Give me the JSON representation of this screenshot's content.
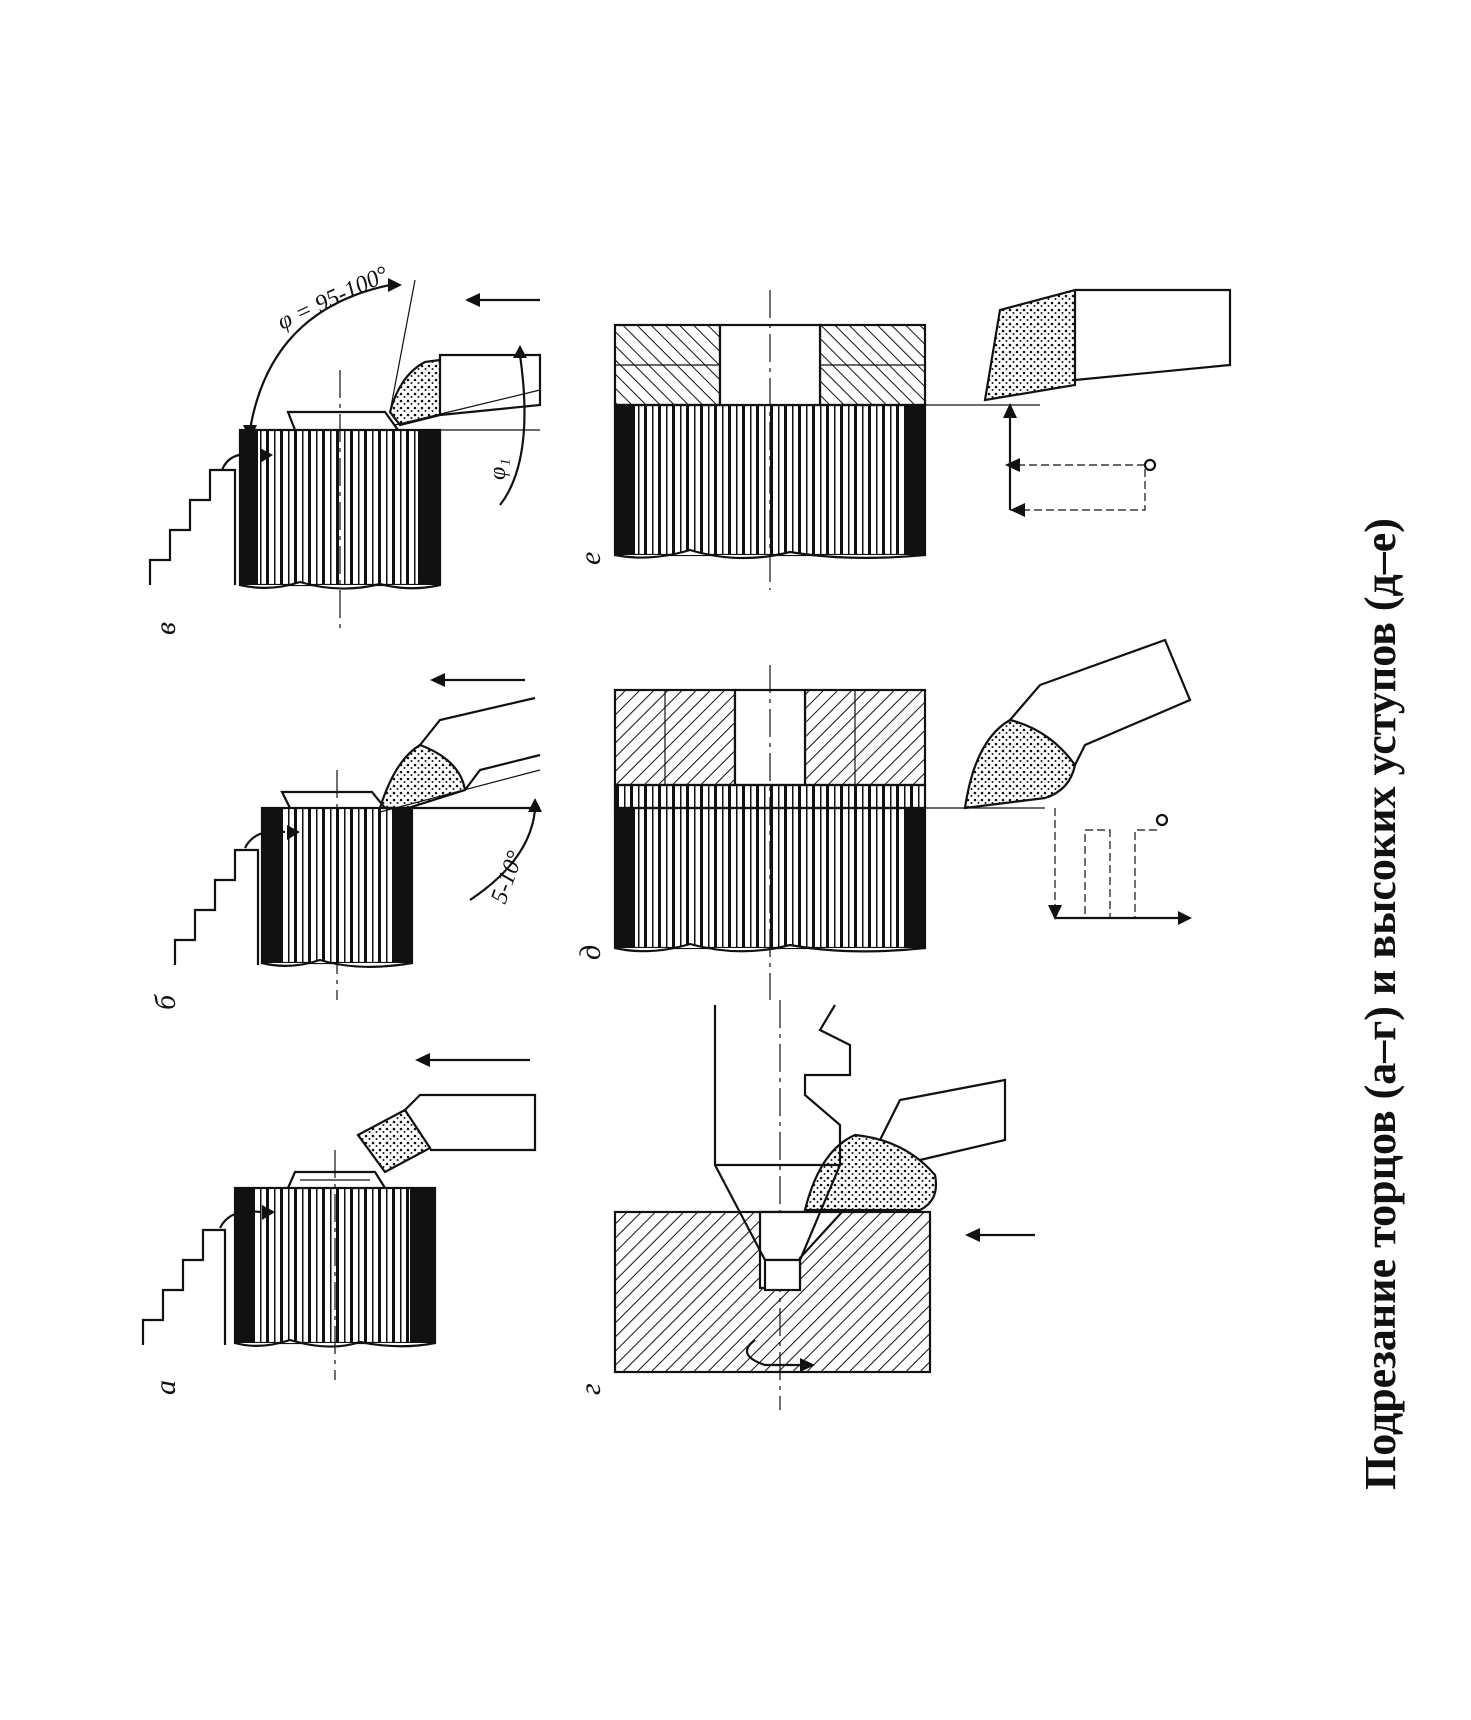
{
  "caption": "Подрезание торцов (а–г) и высоких уступов (д–е)",
  "panels": {
    "a": {
      "label": "а"
    },
    "b": {
      "label": "б",
      "angle": "5-10°"
    },
    "v": {
      "label": "в",
      "angle_main": "φ = 95-100°",
      "angle_aux": "φ₁"
    },
    "g": {
      "label": "г"
    },
    "d": {
      "label": "д"
    },
    "e": {
      "label": "е"
    }
  }
}
